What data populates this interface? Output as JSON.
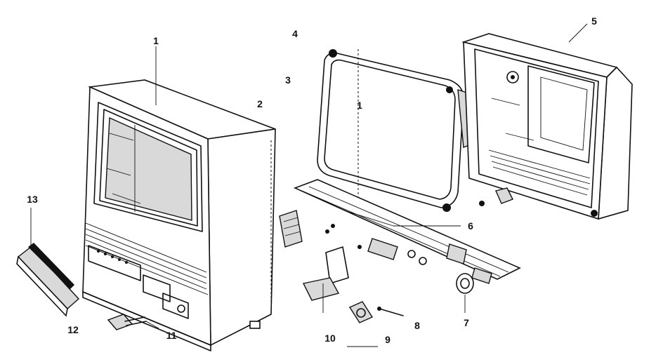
{
  "callouts": {
    "c1": "1",
    "c2": "2",
    "c3": "3",
    "c4": "4",
    "c1b": "1",
    "c5": "5",
    "c6": "6",
    "c7": "7",
    "c8": "8",
    "c9": "9",
    "c10": "10",
    "c11": "11",
    "c12": "12",
    "c13": "13"
  }
}
